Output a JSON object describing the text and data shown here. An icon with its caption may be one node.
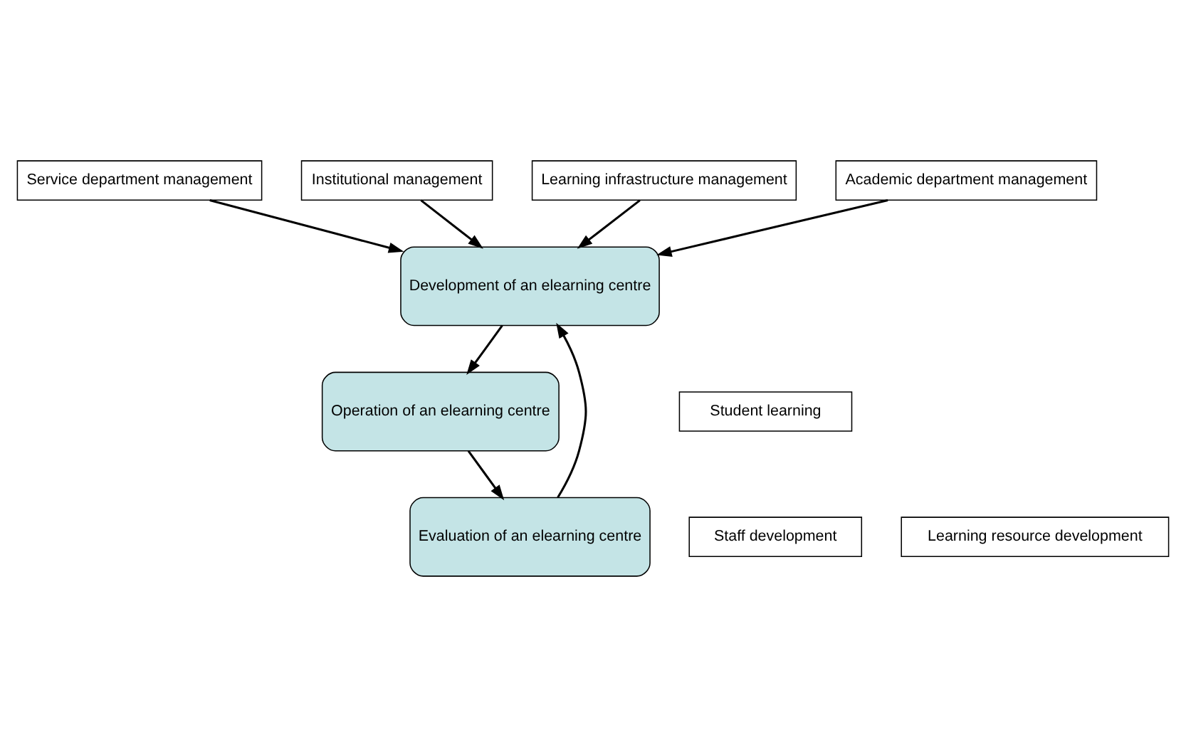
{
  "diagram": {
    "nodes": [
      {
        "text": [
          "Service department management"
        ]
      },
      {
        "text": [
          "Institutional management"
        ]
      },
      {
        "text": [
          "Learning infrastructure management"
        ]
      },
      {
        "text": [
          "Academic department management"
        ]
      },
      {
        "text": [
          "Development of an elearning centre"
        ]
      },
      {
        "text": [
          "Operation of an elearning centre"
        ]
      },
      {
        "text": [
          "Evaluation of an elearning centre"
        ]
      },
      {
        "text": [
          "Student learning"
        ]
      },
      {
        "text": [
          "Staff development"
        ]
      },
      {
        "text": [
          "Learning resource development"
        ]
      }
    ],
    "edges": [
      {
        "from": 0,
        "to": 4,
        "arrow": "to"
      },
      {
        "from": 1,
        "to": 4,
        "arrow": "to"
      },
      {
        "from": 2,
        "to": 4,
        "arrow": "to"
      },
      {
        "from": 3,
        "to": 4,
        "arrow": "to"
      },
      {
        "from": 4,
        "to": 5,
        "arrow": "to"
      },
      {
        "from": 5,
        "to": 6,
        "arrow": "to"
      },
      {
        "from": 6,
        "to": 4,
        "arrow": "to"
      }
    ]
  }
}
